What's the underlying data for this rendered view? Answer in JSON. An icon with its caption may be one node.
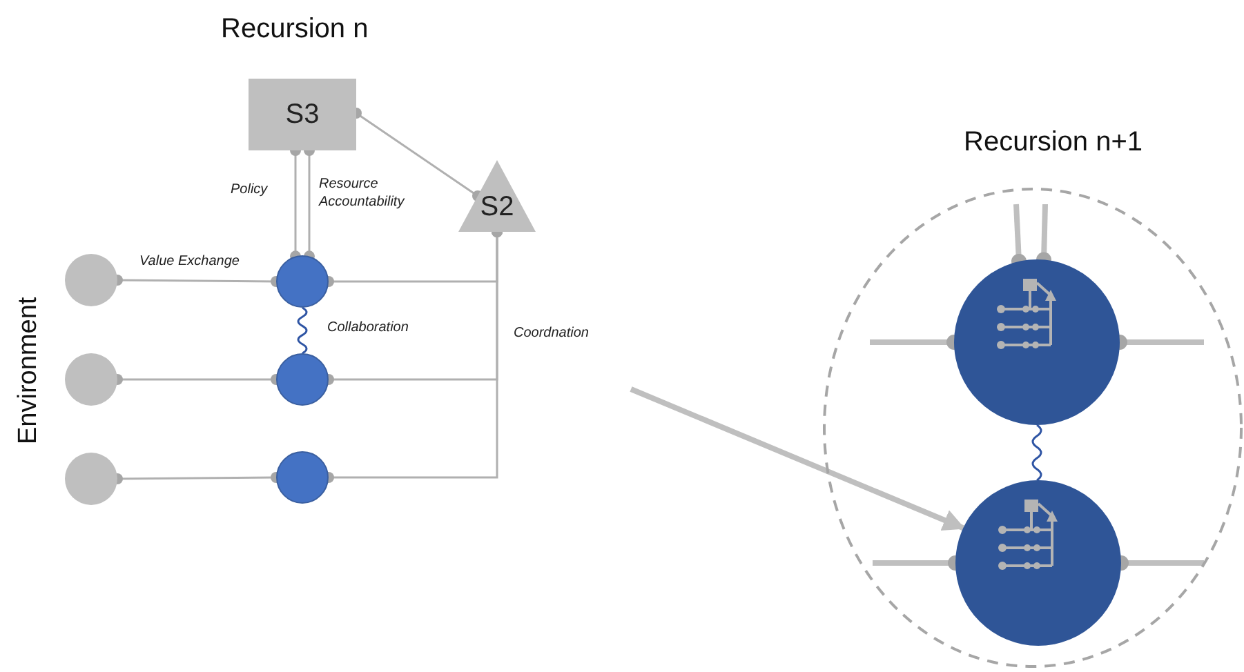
{
  "diagram": {
    "nodes": [
      {
        "text": [
          "S3"
        ]
      },
      {
        "text": [
          "S2"
        ]
      },
      {
        "text": [],
        "shape": "circle"
      },
      {
        "text": [],
        "shape": "circle"
      },
      {
        "text": [],
        "shape": "circle"
      },
      {
        "text": [],
        "shape": "circle"
      },
      {
        "text": [],
        "shape": "circle"
      },
      {
        "text": [],
        "shape": "circle"
      },
      {
        "text": [
          "Recursion n+1"
        ]
      },
      {
        "text": [],
        "shape": "circle",
        "in": 8
      },
      {
        "text": [],
        "shape": "circle",
        "in": 8
      }
    ],
    "edges": [
      {
        "from": 0,
        "to": 5,
        "arrow": "other",
        "label": "Policy"
      },
      {
        "from": 0,
        "to": 5,
        "arrow": "other",
        "label": "Resource Accountability"
      },
      {
        "from": 0,
        "to": 1,
        "arrow": "other"
      },
      {
        "from": 2,
        "to": 5,
        "arrow": "other",
        "label": "Value Exchange"
      },
      {
        "from": 3,
        "to": 6,
        "arrow": "other"
      },
      {
        "from": 4,
        "to": 7,
        "arrow": "other"
      },
      {
        "from": 5,
        "to": 6,
        "arrow": "none",
        "label": "Collaboration",
        "color": "#2f55a4"
      },
      {
        "from": 5,
        "to": 1,
        "arrow": "other",
        "label": "Coordnation"
      },
      {
        "from": 6,
        "to": 1,
        "arrow": "other"
      },
      {
        "from": 7,
        "to": 1,
        "arrow": "other"
      },
      {
        "from": null,
        "to": 10,
        "arrow": "to",
        "style": "thick"
      },
      {
        "from": null,
        "to": 9,
        "arrow": "other",
        "style": "thick"
      },
      {
        "from": null,
        "to": 9,
        "arrow": "other",
        "style": "thick"
      },
      {
        "from": null,
        "to": 9,
        "arrow": "other",
        "style": "thick"
      },
      {
        "from": 9,
        "to": null,
        "arrow": "other",
        "style": "thick"
      },
      {
        "from": null,
        "to": 10,
        "arrow": "other",
        "style": "thick"
      },
      {
        "from": 10,
        "to": null,
        "arrow": "other",
        "style": "thick"
      },
      {
        "from": 9,
        "to": 10,
        "arrow": "none",
        "color": "#2f55a4"
      }
    ],
    "labels": [
      "Recursion n",
      "Environment"
    ]
  }
}
